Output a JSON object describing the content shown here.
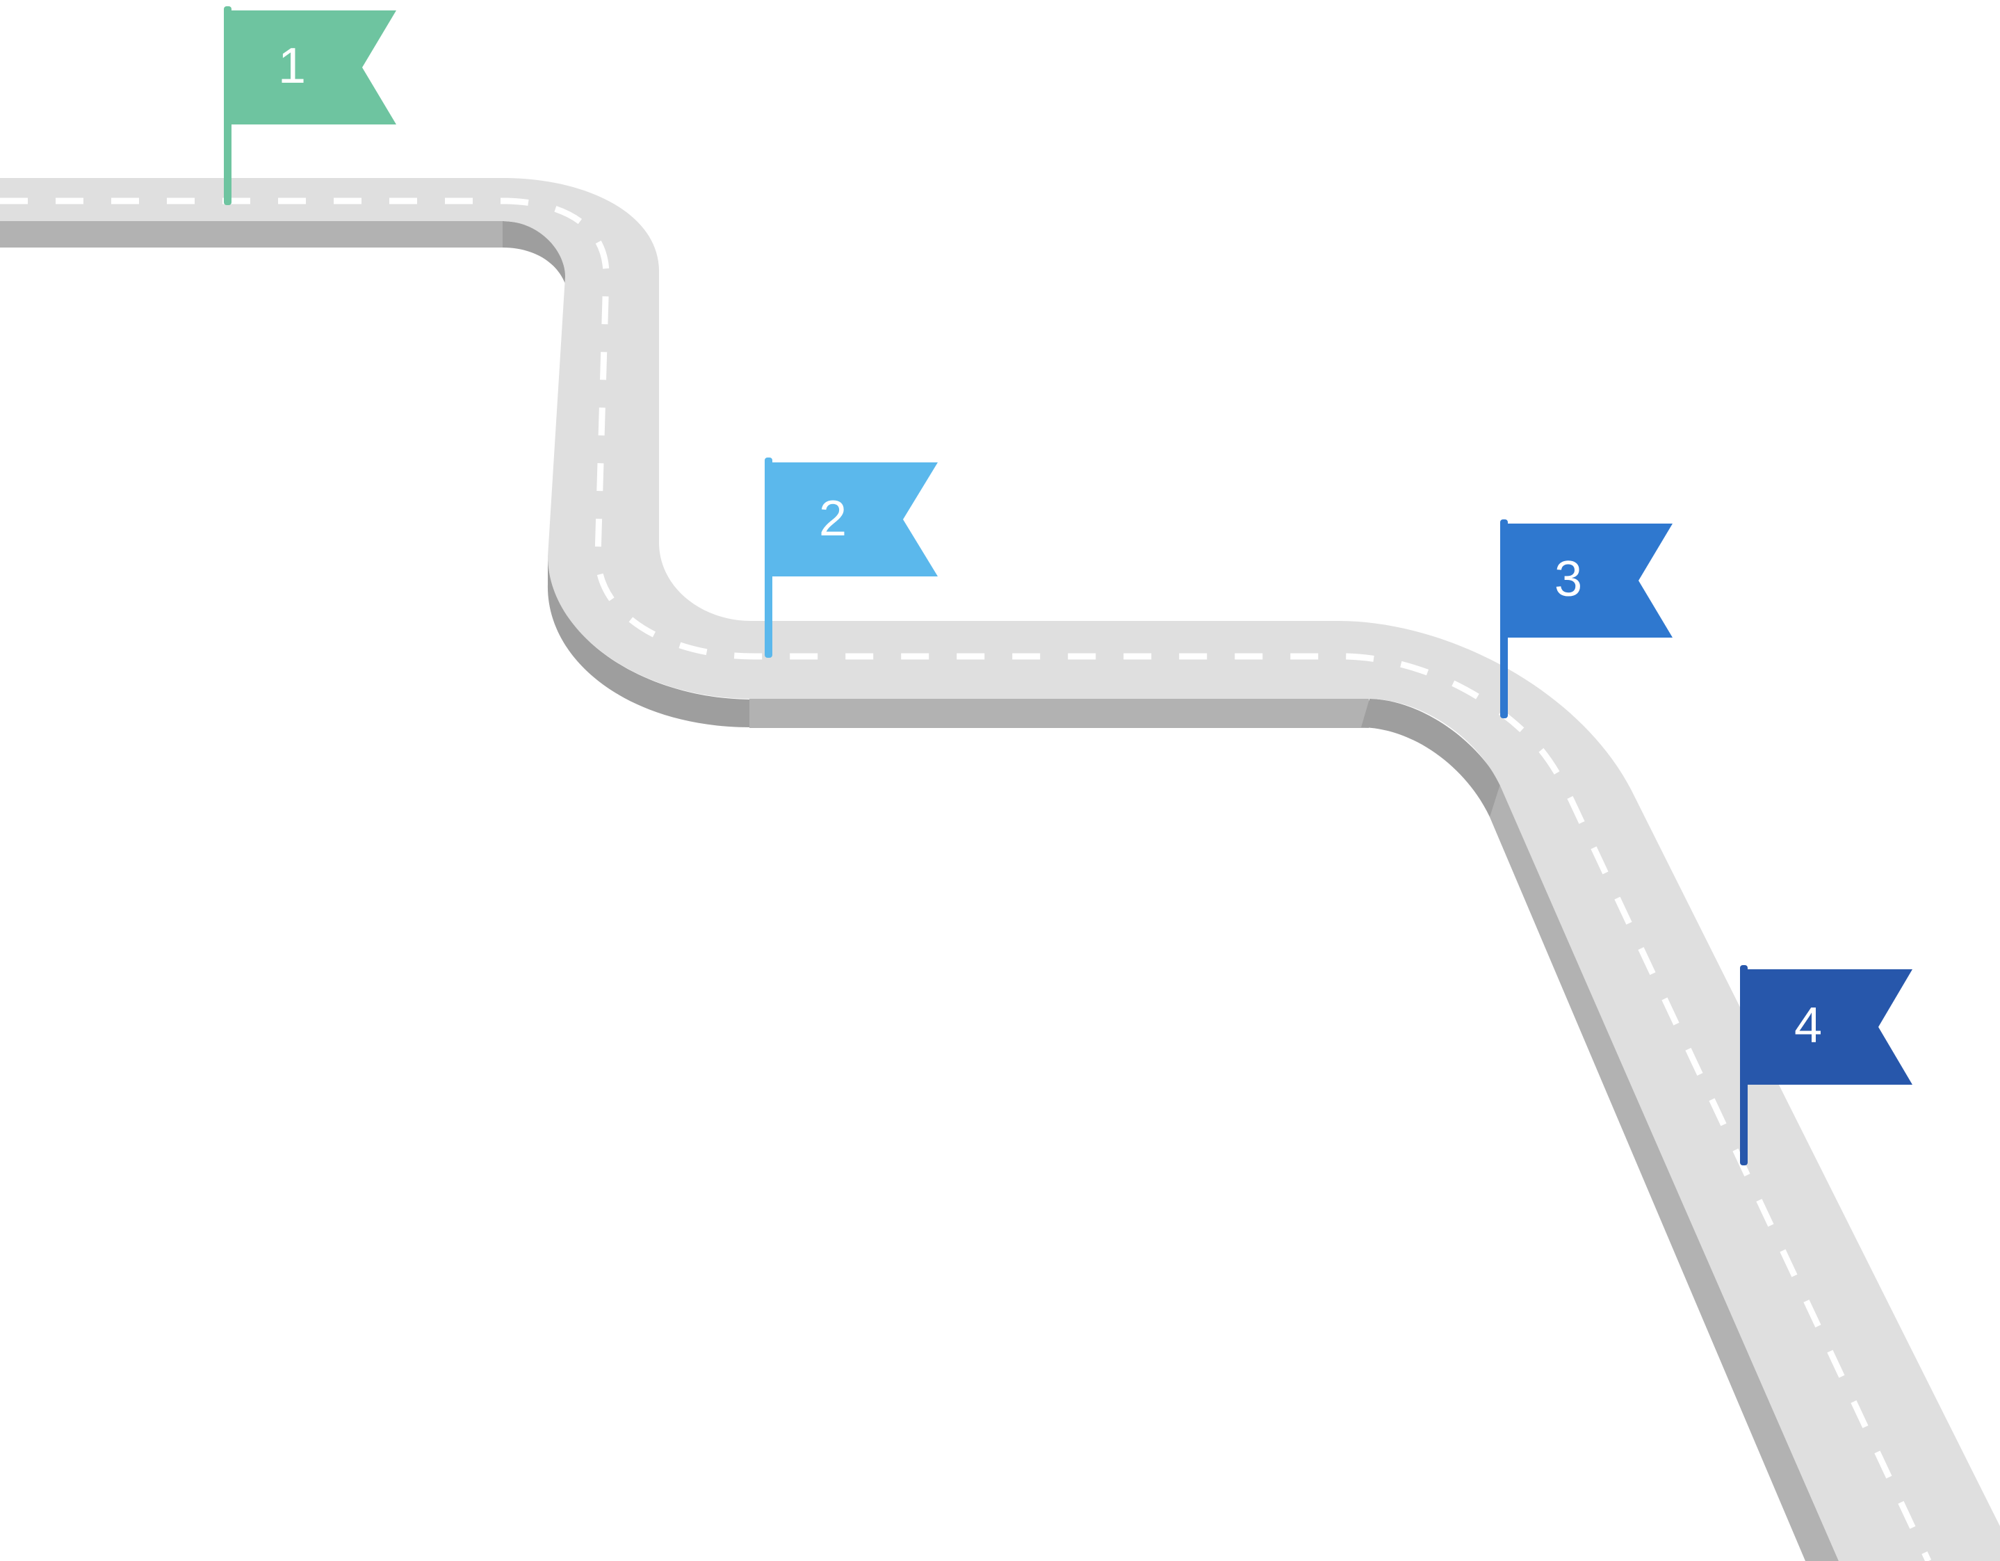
{
  "colors": {
    "background": "#ffffff",
    "road_surface": "#dfdfdf",
    "road_side": "#b2b2b2",
    "road_side_dark": "#9e9e9e",
    "lane_marking": "#ffffff",
    "flag_1": "#6ec4a0",
    "flag_2": "#5bb8ec",
    "flag_3": "#2f78cf",
    "flag_4": "#2757ab",
    "flag_text": "#ffffff"
  },
  "flags": [
    {
      "label": "1",
      "color_key": "flag_1",
      "icon": "milestone-flag-icon"
    },
    {
      "label": "2",
      "color_key": "flag_2",
      "icon": "milestone-flag-icon"
    },
    {
      "label": "3",
      "color_key": "flag_3",
      "icon": "milestone-flag-icon"
    },
    {
      "label": "4",
      "color_key": "flag_4",
      "icon": "milestone-flag-icon"
    }
  ]
}
